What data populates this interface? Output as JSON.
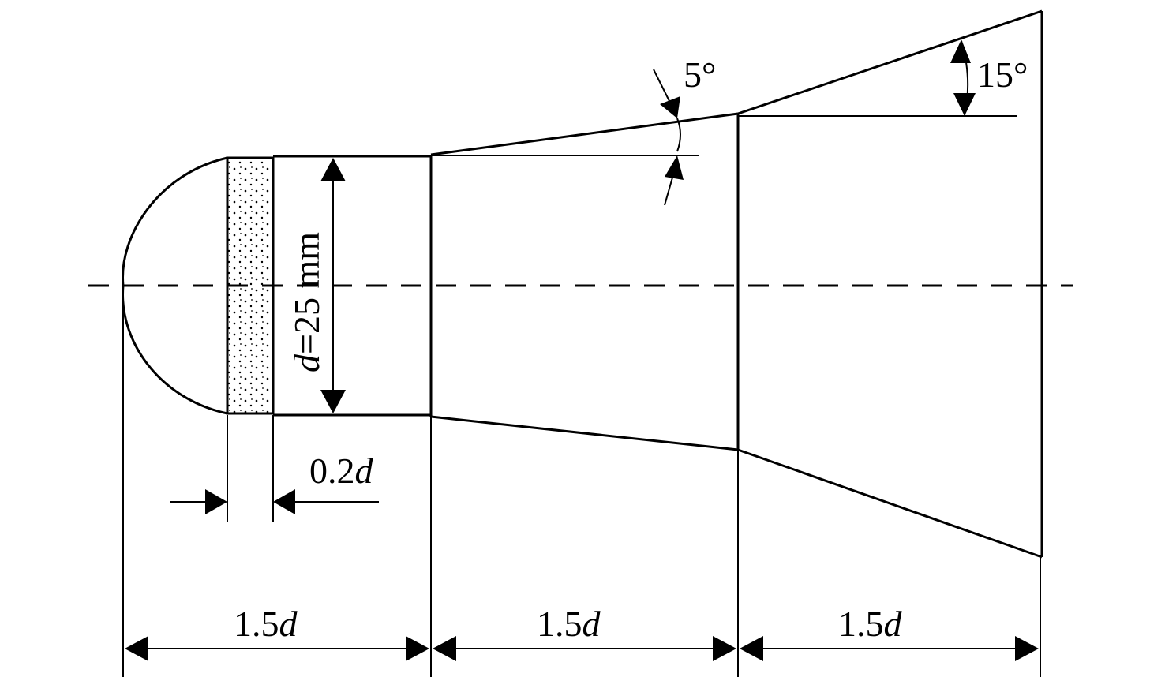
{
  "labels": {
    "angle_small": "5°",
    "angle_large": "15°",
    "diameter": {
      "var": "d",
      "rest": "=25 mm"
    },
    "sample_width": {
      "num": "0.2",
      "var": "d"
    },
    "section_1": {
      "num": "1.5",
      "var": "d"
    },
    "section_2": {
      "num": "1.5",
      "var": "d"
    },
    "section_3": {
      "num": "1.5",
      "var": "d"
    }
  },
  "colors": {
    "line": "#000000",
    "background": "#ffffff"
  }
}
